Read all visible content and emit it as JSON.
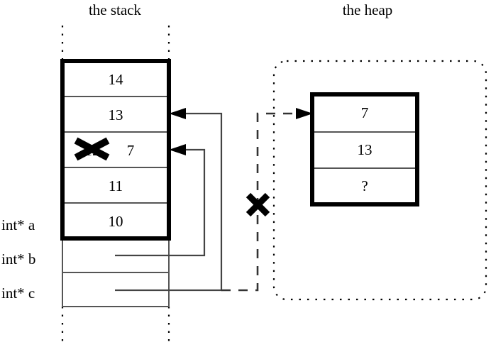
{
  "titles": {
    "stack": "the stack",
    "heap": "the heap"
  },
  "stack": {
    "cells": [
      {
        "value": "14",
        "struck": false
      },
      {
        "value": "13",
        "struck": false
      },
      {
        "value": "12",
        "struck": true,
        "replacement": "7"
      },
      {
        "value": "11",
        "struck": false
      },
      {
        "value": "10",
        "struck": false
      }
    ],
    "pointer_vars": [
      {
        "label": "int* a",
        "value": ""
      },
      {
        "label": "int* b",
        "value": ""
      },
      {
        "label": "int* c",
        "value": ""
      }
    ]
  },
  "heap": {
    "cells": [
      {
        "value": "7"
      },
      {
        "value": "13"
      },
      {
        "value": "?"
      }
    ]
  },
  "annotations": {
    "strike_cell_marker": "X",
    "broken_pointer_marker": "X"
  },
  "colors": {
    "stroke": "#000000",
    "background": "#ffffff",
    "thin_rule": "#555555"
  }
}
